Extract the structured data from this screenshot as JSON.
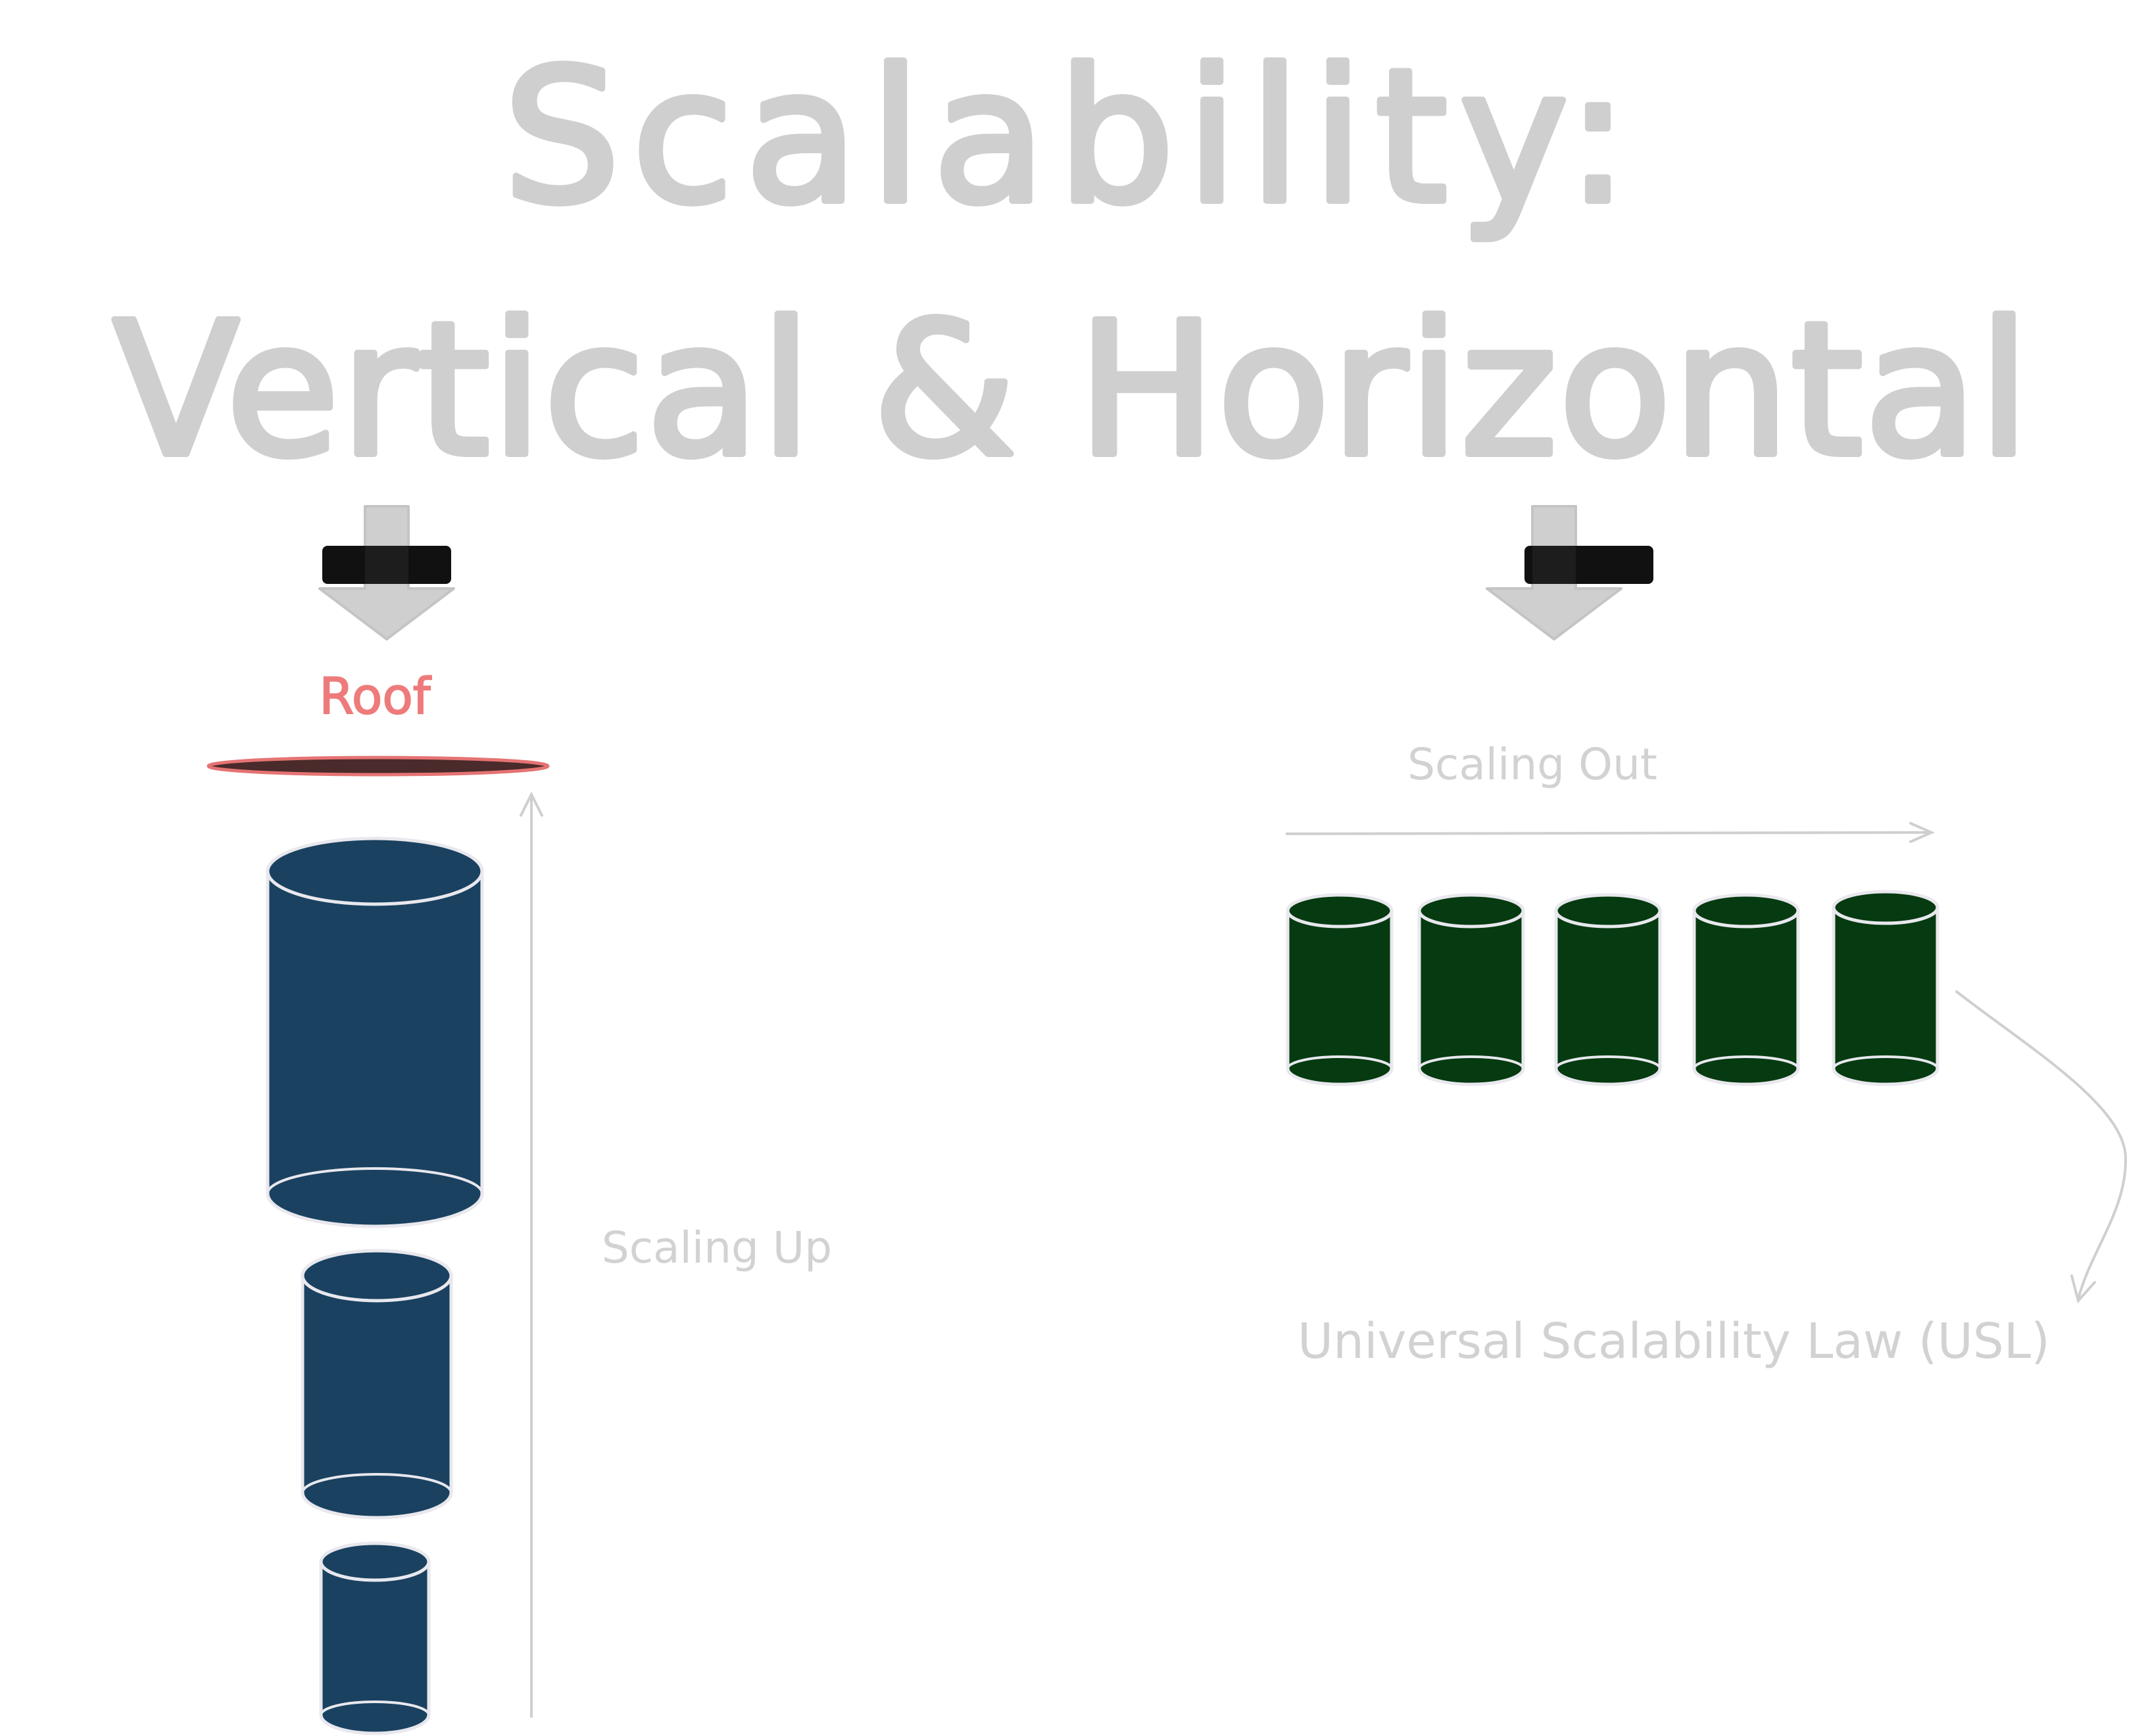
{
  "title": {
    "line1": "Scalability:",
    "line2": "Vertical & Horizontal"
  },
  "vertical": {
    "roof_label": "Roof",
    "scaling_label": "Scaling Up",
    "cylinder_fill": "#1a4160",
    "roof_color": "#e57373",
    "roof_fill": "#4a2a2a"
  },
  "horizontal": {
    "scaling_label": "Scaling Out",
    "usl_label": "Universal Scalability Law (USL)",
    "cylinder_fill": "#063a10",
    "cylinder_count": 5
  },
  "colors": {
    "title": "#cfcfcf",
    "label": "#d2d2d2",
    "arrow": "#cfcfcf",
    "bar": "#111111",
    "outline": "#e8e8ee"
  }
}
